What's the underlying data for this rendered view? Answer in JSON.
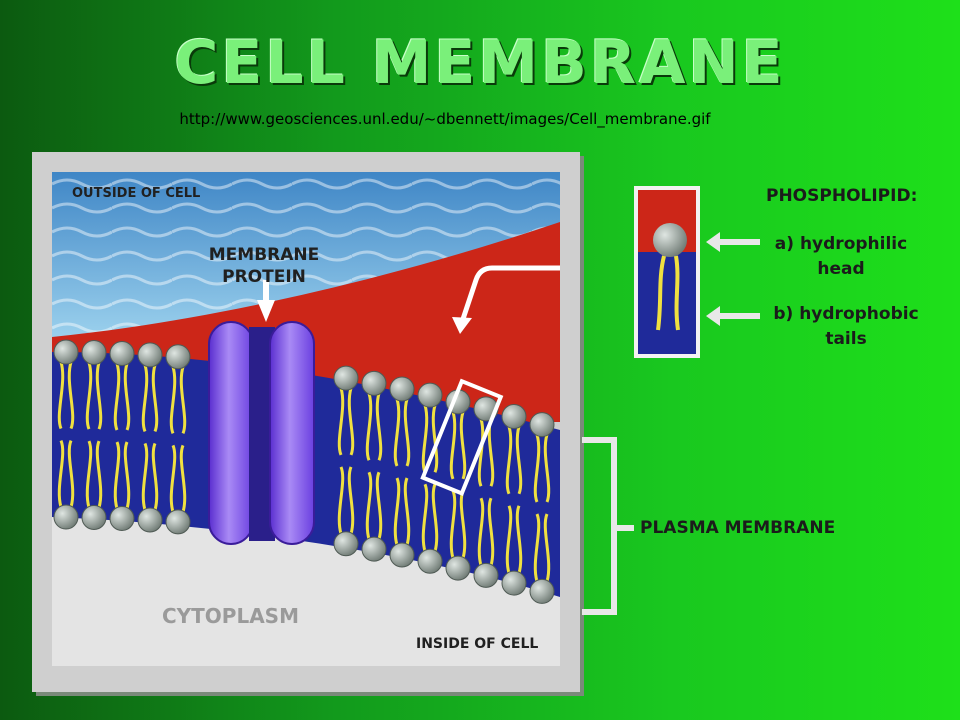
{
  "title": "CELL MEMBRANE",
  "source_url": "http://www.geosciences.unl.edu/~dbennett/images/Cell_membrane.gif",
  "diagram": {
    "outside_label": "OUTSIDE OF CELL",
    "protein_label": [
      "MEMBRANE",
      "PROTEIN"
    ],
    "cytoplasm_label": "CYTOPLASM",
    "inside_label": "INSIDE OF CELL",
    "phospholipid_label": "PHOSPHOLIPID:",
    "head_label": [
      "a) hydrophilic",
      "head"
    ],
    "tails_label": [
      "b) hydrophobic",
      "tails"
    ],
    "plasma_membrane_label": "PLASMA MEMBRANE"
  },
  "colors": {
    "background": "#19c81f",
    "water": "#8ec8ea",
    "extracellular_fluid": "#d32a1a",
    "bilayer_interior": "#1f2a9a",
    "lipid_head": "#9aa6a0",
    "lipid_tail": "#f0e040",
    "protein": "#7d4ae0",
    "cytoplasm": "#e6e6e6",
    "bracket": "#e8e8e8"
  }
}
